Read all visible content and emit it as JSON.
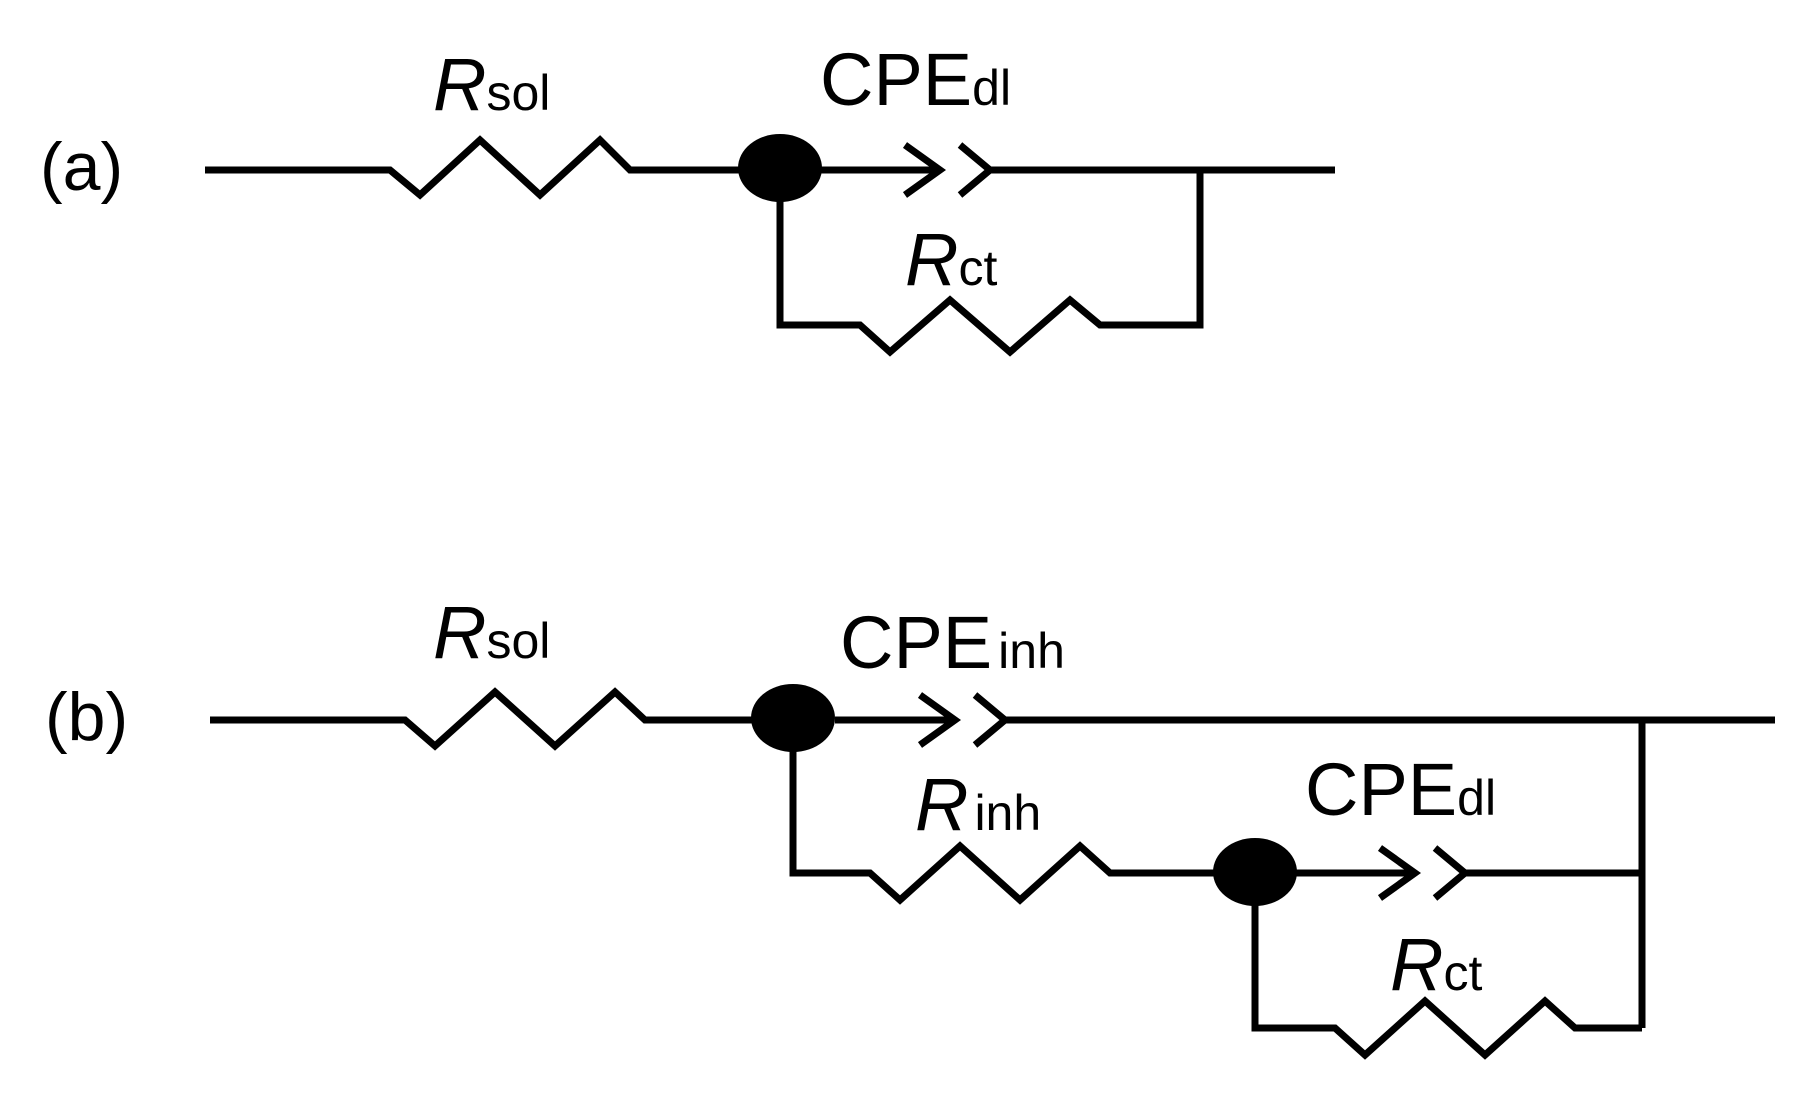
{
  "circuit_a": {
    "label": "(a)",
    "r_sol": {
      "symbol": "R",
      "sub": "sol"
    },
    "cpe_dl": {
      "symbol": "CPE",
      "sub": "dl"
    },
    "r_ct": {
      "symbol": "R",
      "sub": "ct"
    }
  },
  "circuit_b": {
    "label": "(b)",
    "r_sol": {
      "symbol": "R",
      "sub": "sol"
    },
    "cpe_inh": {
      "symbol": "CPE",
      "sub": "inh"
    },
    "r_inh": {
      "symbol": "R",
      "sub": "inh"
    },
    "cpe_dl": {
      "symbol": "CPE",
      "sub": "dl"
    },
    "r_ct": {
      "symbol": "R",
      "sub": "ct"
    }
  }
}
